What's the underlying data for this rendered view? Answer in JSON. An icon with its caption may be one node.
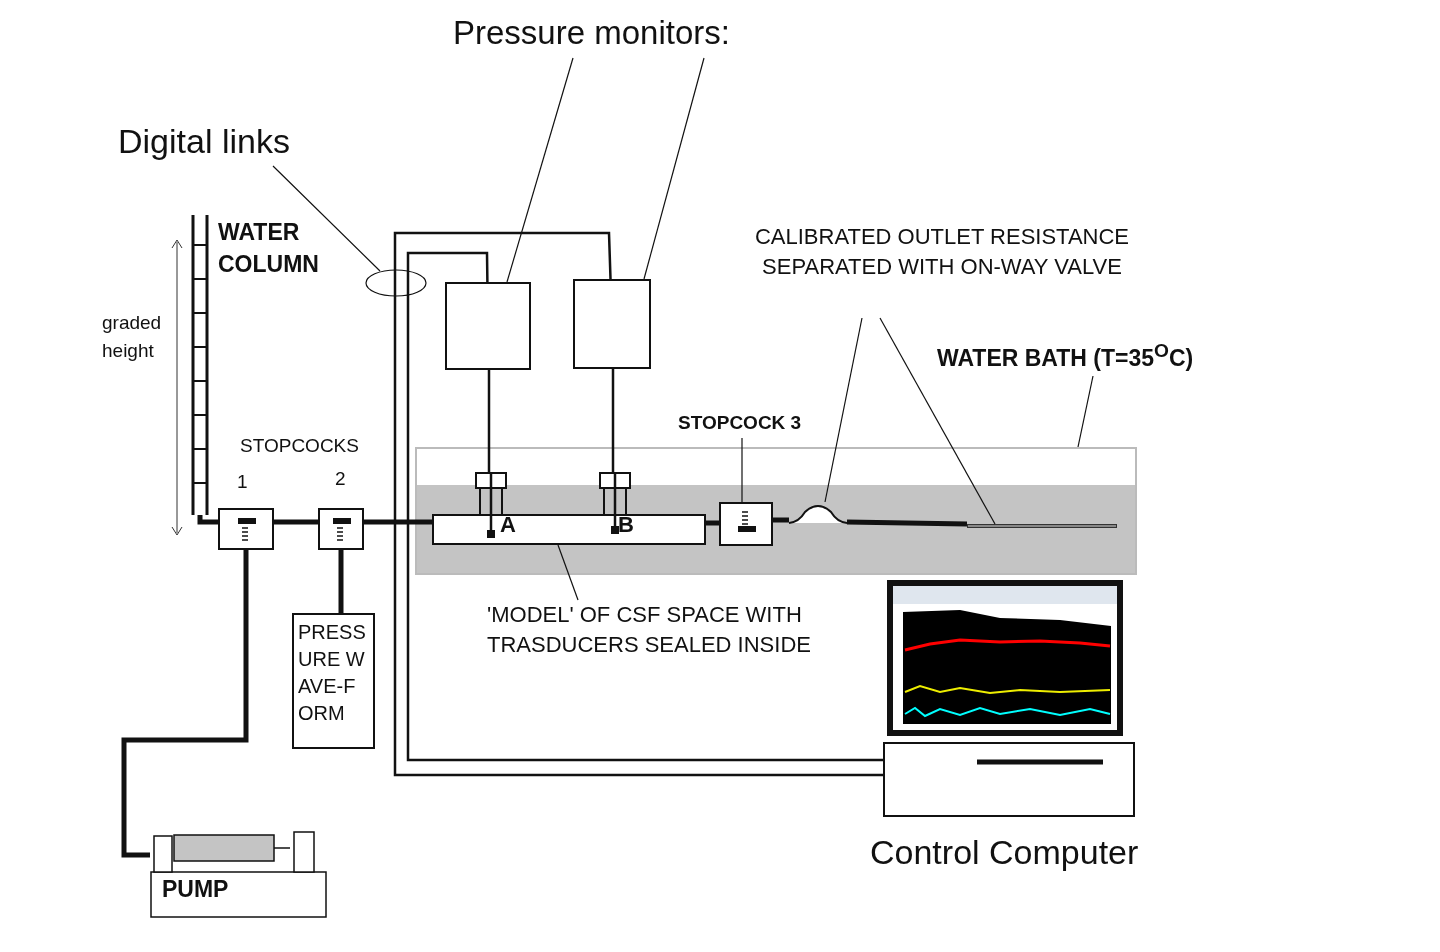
{
  "diagram": {
    "nodes": [
      {
        "text": [
          "Pressure monitors:"
        ]
      },
      {
        "text": [
          "Digital links"
        ]
      },
      {
        "text": [],
        "shape": "box"
      },
      {
        "text": [],
        "shape": "box"
      },
      {
        "text": [],
        "shape": "column",
        "beside": [
          "WATER COLUMN"
        ]
      },
      {
        "text": [
          "CALIBRATED OUTLET RESISTANCE SEPARATED WITH ON-WAY VALVE"
        ]
      },
      {
        "text": [
          "WATER BATH (T=35$^{O}$C)"
        ]
      },
      {
        "text": [],
        "shape": "box"
      },
      {
        "text": [
          "STOPCOCK 3"
        ]
      },
      {
        "text": [],
        "shape": "valve",
        "in": 7
      },
      {
        "text": [],
        "shape": "dome",
        "in": 7
      },
      {
        "text": [],
        "shape": "tube",
        "in": 7
      },
      {
        "text": [],
        "shape": "tube",
        "in": 7
      },
      {
        "text": [],
        "shape": "valve"
      },
      {
        "text": [],
        "shape": "valve"
      },
      {
        "text": [
          "'MODEL' OF CSF SPACE WITH TRASDUCERS SEALED INSIDE"
        ]
      },
      {
        "text": [
          "PRESSURE WAVE-FORM"
        ]
      },
      {
        "text": [],
        "shape": "box",
        "beside": [
          "Control Computer"
        ]
      },
      {
        "text": [
          "PUMP"
        ]
      }
    ],
    "edges": [
      {
        "from": 0,
        "to": 2,
        "arrow": "none"
      },
      {
        "from": 0,
        "to": 3,
        "arrow": "none"
      },
      {
        "from": 1,
        "to": null,
        "arrow": "none"
      },
      {
        "from": 2,
        "to": 17,
        "arrow": "none"
      },
      {
        "from": 3,
        "to": 17,
        "arrow": "none"
      },
      {
        "from": 2,
        "to": 11,
        "arrow": "none"
      },
      {
        "from": 3,
        "to": 11,
        "arrow": "none"
      },
      {
        "from": 5,
        "to": 10,
        "arrow": "none"
      },
      {
        "from": 5,
        "to": 12,
        "arrow": "none"
      },
      {
        "from": 6,
        "to": 7,
        "arrow": "none"
      },
      {
        "from": 8,
        "to": 9,
        "arrow": "none"
      },
      {
        "from": 15,
        "to": 11,
        "arrow": "none"
      },
      {
        "from": 4,
        "to": 13,
        "arrow": "none",
        "style": "thick"
      },
      {
        "from": 13,
        "to": 14,
        "arrow": "none",
        "style": "thick"
      },
      {
        "from": 14,
        "to": 11,
        "arrow": "none",
        "style": "thick"
      },
      {
        "from": 11,
        "to": 9,
        "arrow": "none",
        "style": "thick"
      },
      {
        "from": 9,
        "to": 10,
        "arrow": "none",
        "style": "thick"
      },
      {
        "from": 10,
        "to": 12,
        "arrow": "none",
        "style": "thick"
      },
      {
        "from": 13,
        "to": 18,
        "arrow": "none",
        "style": "thick"
      },
      {
        "from": 14,
        "to": 16,
        "arrow": "none",
        "style": "thick"
      }
    ],
    "labels": [
      "graded height",
      "STOPCOCKS",
      "1",
      "2",
      "A",
      "B"
    ]
  }
}
